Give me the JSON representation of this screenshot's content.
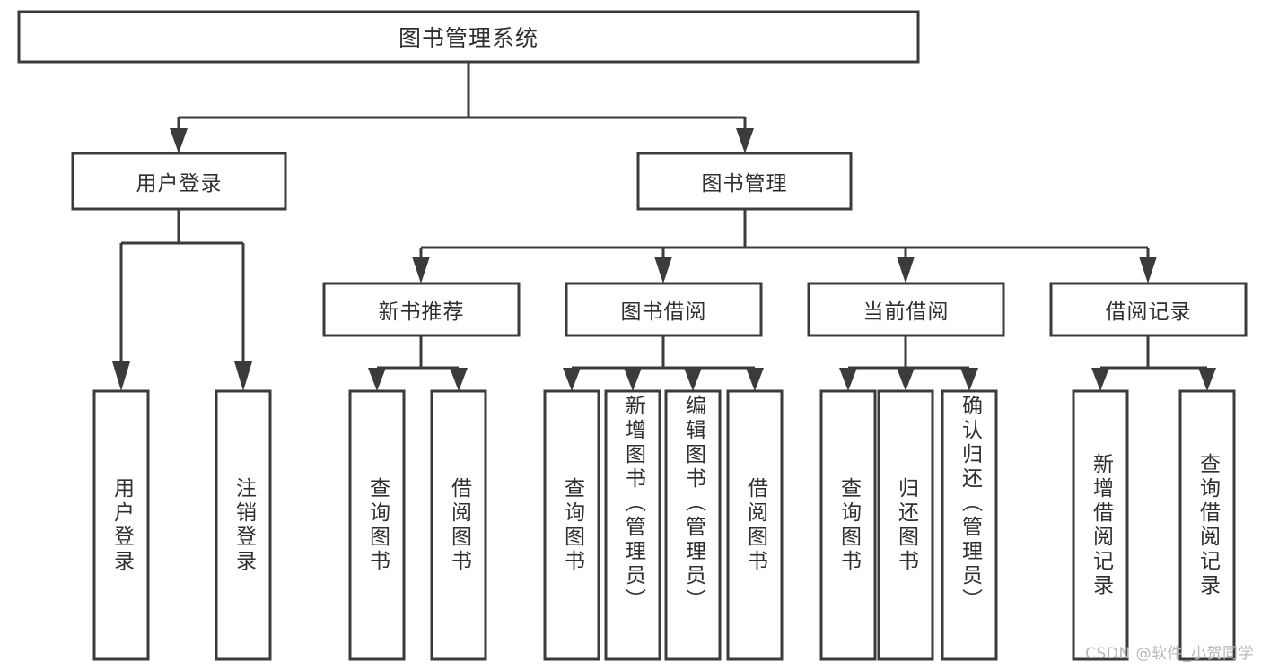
{
  "diagram": {
    "title": "图书管理系统",
    "type": "tree-hierarchy-diagram",
    "colors": {
      "box_stroke": "#3b3b3b",
      "box_fill": "#ffffff",
      "text": "#2f2f2f",
      "background": "#ffffff",
      "watermark": "#b8b8b8"
    },
    "root": {
      "label": "图书管理系统"
    },
    "level2": [
      {
        "label": "用户登录"
      },
      {
        "label": "图书管理"
      }
    ],
    "level3": [
      {
        "label": "新书推荐"
      },
      {
        "label": "图书借阅"
      },
      {
        "label": "当前借阅"
      },
      {
        "label": "借阅记录"
      }
    ],
    "leaves": {
      "user_login": [
        {
          "label": "用户登录"
        },
        {
          "label": "注销登录"
        }
      ],
      "new_book_recommend": [
        {
          "label": "查询图书"
        },
        {
          "label": "借阅图书"
        }
      ],
      "book_borrow": [
        {
          "label": "查询图书"
        },
        {
          "label": "新增图书（管理员）"
        },
        {
          "label": "编辑图书（管理员）"
        },
        {
          "label": "借阅图书"
        }
      ],
      "current_borrow": [
        {
          "label": "查询图书"
        },
        {
          "label": "归还图书"
        },
        {
          "label": "确认归还（管理员）"
        }
      ],
      "borrow_record": [
        {
          "label": "新增借阅记录"
        },
        {
          "label": "查询借阅记录"
        }
      ]
    }
  },
  "watermark": {
    "text": "CSDN @软件_小贺同学"
  }
}
